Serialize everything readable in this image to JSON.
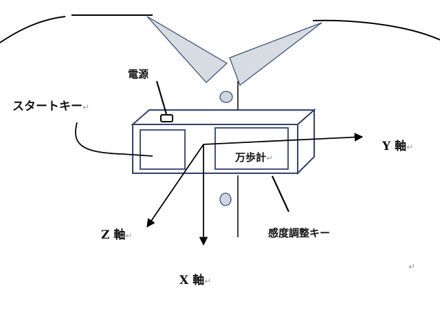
{
  "labels": {
    "power": "電源",
    "start_key": "スタートキー",
    "pedometer": "万歩計",
    "sensitivity_key": "感度調整キー",
    "y_axis": "Y 軸",
    "z_axis": "Z 軸",
    "x_axis": "X 軸"
  },
  "return_mark": "↵",
  "colors": {
    "box_stroke": "#2f3f6e",
    "lapel_fill": "#d6dce2",
    "lapel_stroke": "#3d4f7a",
    "button_fill": "#cfd6df",
    "button_stroke": "#3d4f7a",
    "arrow": "#000000",
    "text": "#111111"
  }
}
